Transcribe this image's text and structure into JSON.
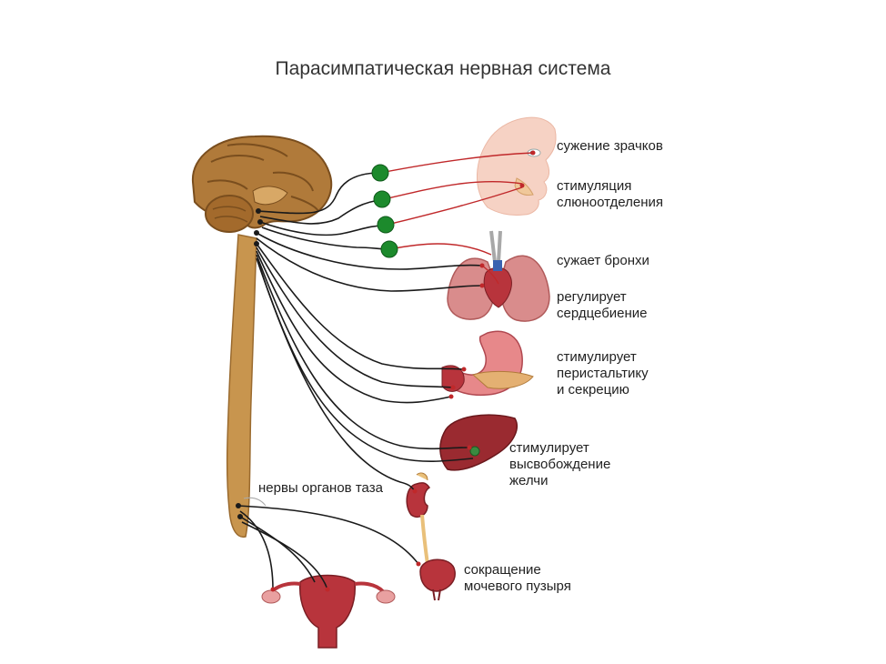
{
  "title": "Парасимпатическая нервная система",
  "labels": {
    "pupils": "сужение зрачков",
    "saliva_1": "стимуляция",
    "saliva_2": "слюноотделения",
    "bronchi": "сужает бронхи",
    "heart_1": "регулирует",
    "heart_2": "сердцебиение",
    "stomach_1": "стимулирует",
    "stomach_2": "перистальтику",
    "stomach_3": "и секрецию",
    "bile_1": "стимулирует",
    "bile_2": "высвобождение",
    "bile_3": "желчи",
    "pelvic": "нервы органов таза",
    "bladder_1": "сокращение",
    "bladder_2": "мочевого пузыря"
  },
  "icons": {
    "brain": "brain-icon",
    "spinal_cord": "spinal-cord-icon",
    "face": "face-icon",
    "lungs_heart": "lungs-heart-icon",
    "stomach": "stomach-icon",
    "liver": "liver-icon",
    "kidney": "kidney-icon",
    "bladder": "bladder-icon",
    "uterus": "uterus-icon",
    "ganglion": "ganglion-icon"
  },
  "colors": {
    "brain": "#b07a3a",
    "brain_dark": "#7a4e1e",
    "spinal_cord": "#c8954e",
    "nerve_pre": "#1a1a1a",
    "nerve_post": "#c0282a",
    "ganglion": "#1c8a2c",
    "skin": "#f6d2c4",
    "organ": "#b8343c",
    "lung": "#d98c8c"
  }
}
